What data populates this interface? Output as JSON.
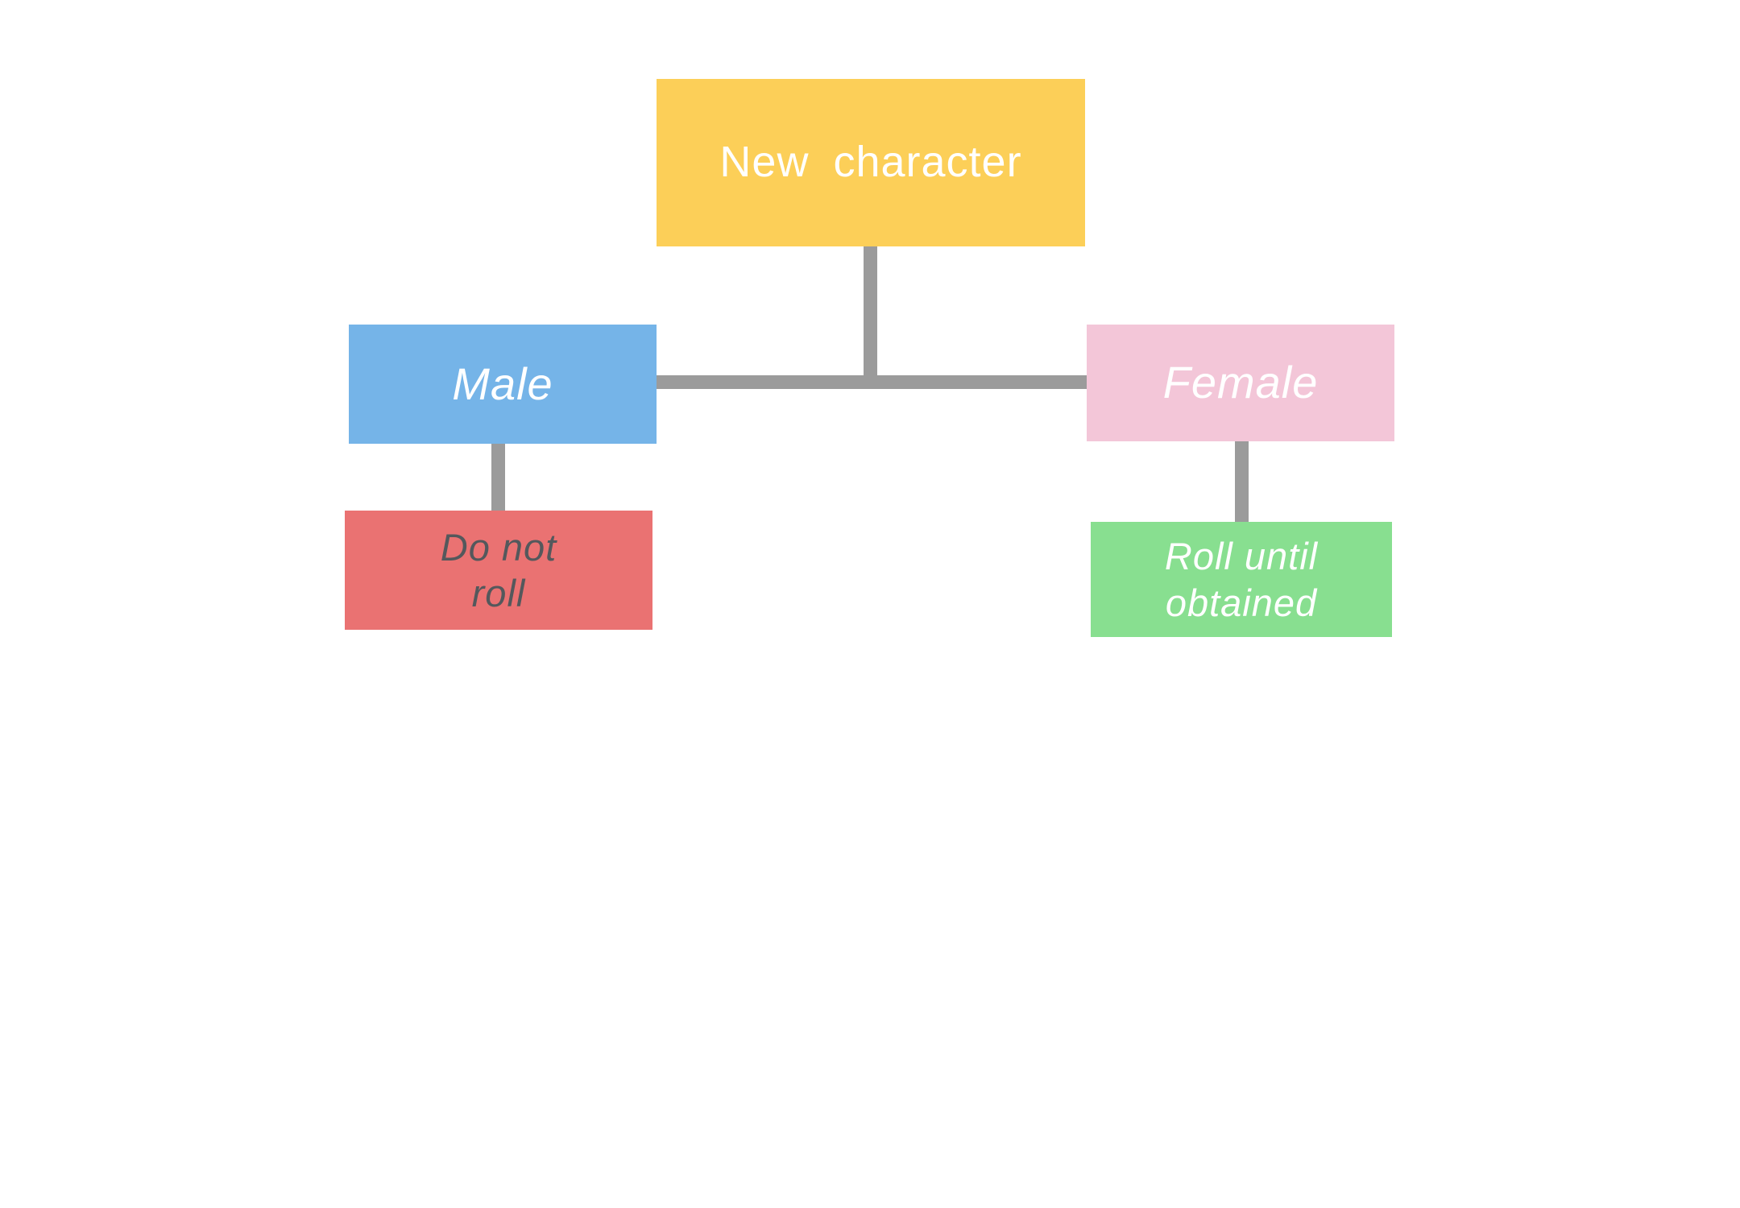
{
  "diagram": {
    "type": "flowchart",
    "background_color": "#ffffff",
    "connector_color": "#9b9b9b",
    "nodes": {
      "new_character": {
        "label": "New character",
        "bg": "#fccf58",
        "fg": "#ffffff"
      },
      "male": {
        "label": "Male",
        "bg": "#75b4e8",
        "fg": "#ffffff"
      },
      "female": {
        "label": "Female",
        "bg": "#f3c6d8",
        "fg": "#ffffff"
      },
      "do_not_roll": {
        "label": "Do not roll",
        "line1": "Do not",
        "line2": "roll",
        "bg": "#ea7272",
        "fg": "#54585c"
      },
      "roll_until_obtained": {
        "label": "Roll until obtained",
        "line1": "Roll until",
        "line2": "obtained",
        "bg": "#88df90",
        "fg": "#ffffff"
      }
    },
    "edges": [
      "New character -> branch bar",
      "branch bar -> Male",
      "branch bar -> Female",
      "Male -> Do not roll",
      "Female -> Roll until obtained"
    ]
  }
}
